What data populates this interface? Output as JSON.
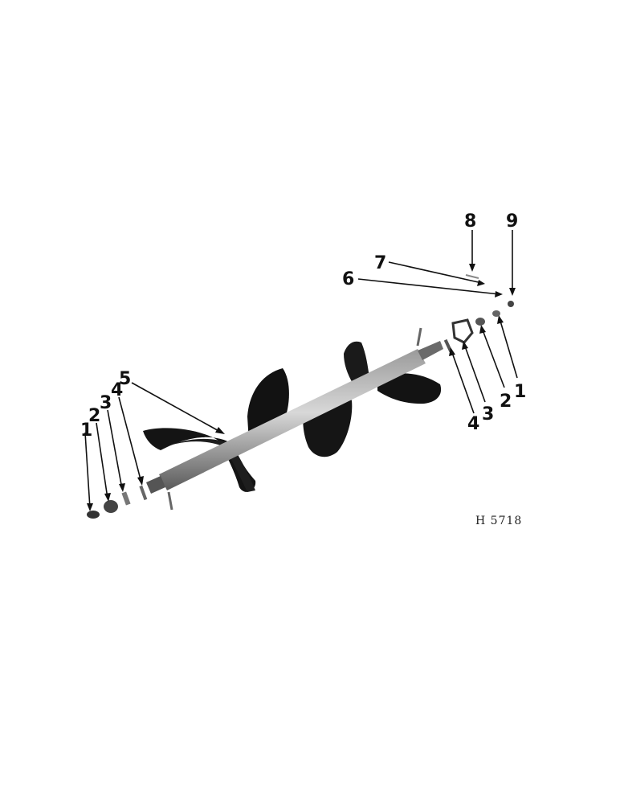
{
  "figure_ref": "H 5718",
  "callouts": {
    "left_1": "1",
    "left_2": "2",
    "left_3": "3",
    "left_4": "4",
    "main_5": "5",
    "top_6": "6",
    "top_7": "7",
    "top_8": "8",
    "top_9": "9",
    "right_1": "1",
    "right_2": "2",
    "right_3": "3",
    "right_4": "4"
  }
}
